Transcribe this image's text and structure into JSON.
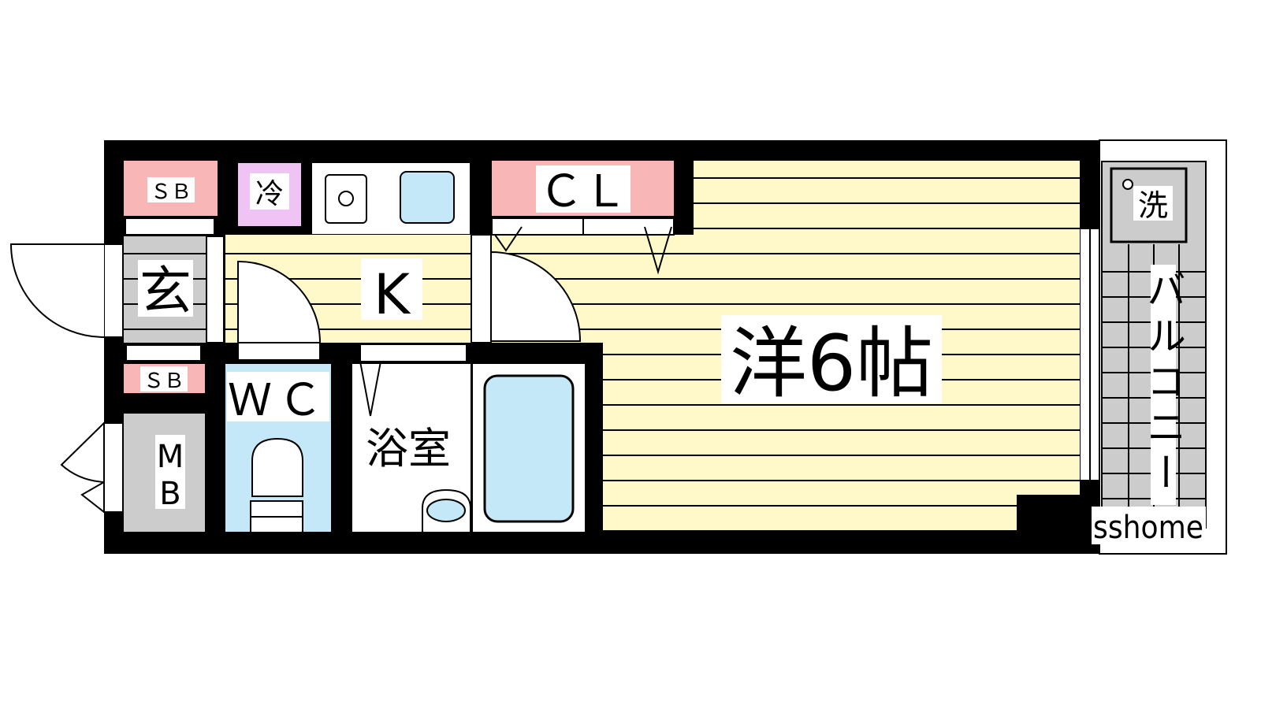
{
  "rooms": {
    "main": {
      "label": "洋6帖"
    },
    "kitchen": {
      "label": "K"
    },
    "closet": {
      "label": "ＣＬ"
    },
    "shoebox_top": {
      "label": "ＳＢ"
    },
    "shoebox_bottom": {
      "label": "ＳＢ"
    },
    "fridge": {
      "label": "冷"
    },
    "entrance": {
      "label": "玄"
    },
    "toilet": {
      "label": "ＷＣ"
    },
    "bathroom": {
      "label": "浴室"
    },
    "meter_box": {
      "label_line1": "M",
      "label_line2": "B"
    },
    "balcony": {
      "label": "バルコニー"
    },
    "washer": {
      "label": "洗"
    }
  },
  "watermark": "sshome",
  "colors": {
    "wall": "#000000",
    "floor": "#fff9c9",
    "storage": "#f8b6b6",
    "fridge": "#efc3f3",
    "water": "#c4e8f8",
    "gray": "#cccccc"
  }
}
